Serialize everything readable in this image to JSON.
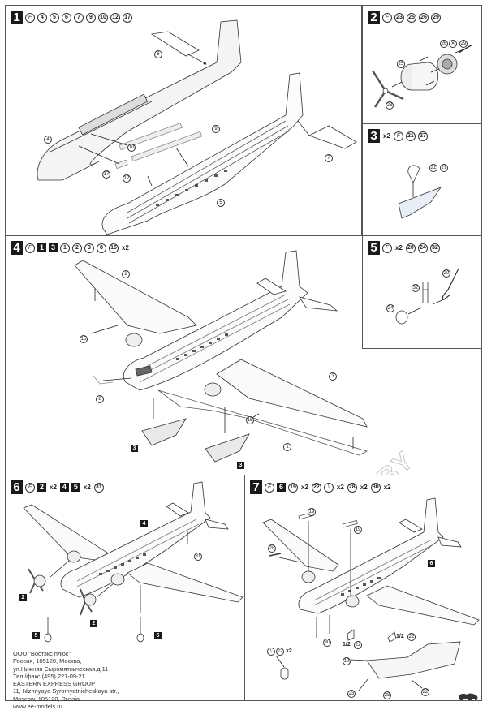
{
  "steps": [
    {
      "number": "1",
      "glue": "F",
      "parts": [
        "4",
        "5",
        "6",
        "7",
        "9",
        "10",
        "12",
        "17"
      ],
      "callouts": {
        "tail_left": "6",
        "tail_right": "7",
        "fuselage_left": "4",
        "fuselage_right": "5",
        "windows_a": "9",
        "windows_b": "10",
        "windows_c": "12",
        "windows_d": "17"
      }
    },
    {
      "number": "2",
      "glue": "F",
      "parts": [
        "23",
        "25",
        "26",
        "29"
      ],
      "callouts": {
        "top_a": "26",
        "top_b": "29",
        "cowling": "25",
        "prop": "23"
      }
    },
    {
      "number": "3",
      "glue": "F",
      "prefix_mult": "x2",
      "parts": [
        "21",
        "27"
      ],
      "callouts": {
        "a": "21",
        "b": "27"
      }
    },
    {
      "number": "4",
      "glue": "F",
      "subassemblies": [
        "1",
        "3"
      ],
      "parts": [
        "1",
        "2",
        "3",
        "8",
        "15"
      ],
      "suffix_mult": "x2",
      "callouts": {
        "left_wing": "2",
        "right_wing": "3",
        "lower_wing": "1",
        "windscreen": "8",
        "light_left": "15",
        "light_right": "15",
        "nacelle_tag_left": "3",
        "nacelle_tag_right": "3"
      }
    },
    {
      "number": "5",
      "glue": "F",
      "glue_mult": "x2",
      "parts": [
        "20",
        "24",
        "32"
      ],
      "callouts": {
        "strut": "20",
        "fork": "32",
        "wheel": "24"
      }
    },
    {
      "number": "6",
      "glue": "F",
      "items": [
        {
          "type": "sub",
          "v": "2"
        },
        {
          "type": "mult",
          "v": "x2"
        },
        {
          "type": "sub",
          "v": "4"
        },
        {
          "type": "sub",
          "v": "5"
        },
        {
          "type": "mult",
          "v": "x2"
        },
        {
          "type": "part",
          "v": "31"
        }
      ],
      "callouts": {
        "fuselage_tag": "4",
        "tail_wheel": "31",
        "prop_left": "2",
        "prop_right": "2",
        "gear_left": "5",
        "gear_right": "5"
      }
    },
    {
      "number": "7",
      "glue": "F",
      "items": [
        {
          "type": "sub",
          "v": "6"
        },
        {
          "type": "part",
          "v": "19"
        },
        {
          "type": "mult",
          "v": "x2"
        },
        {
          "type": "part",
          "v": "22"
        },
        {
          "type": "knife",
          "v": ""
        },
        {
          "type": "mult",
          "v": "x2"
        },
        {
          "type": "part",
          "v": "28"
        },
        {
          "type": "mult",
          "v": "x2"
        },
        {
          "type": "part",
          "v": "30"
        },
        {
          "type": "mult",
          "v": "x2"
        }
      ],
      "callouts": {
        "exhaust_a": "19",
        "exhaust_b": "19",
        "aerial": "28",
        "fuselage_tag": "6",
        "pitot": "30",
        "half_a": "1/2",
        "half_a_part": "22",
        "half_b": "1/2",
        "half_b_part": "22",
        "cut_part": "22",
        "cut_mult": "x2",
        "detail_top": "19",
        "detail_left": "23",
        "detail_mid": "28",
        "detail_right": "22"
      }
    }
  ],
  "address": [
    "ООО \"Востэкс плюс\"",
    "Россия, 105120, Москва,",
    "ул.Нижняя Сыромятническая,д.11",
    "Тел./факс (495) 221-09-21",
    "EASTERN EXPRESS GROUP",
    "11, Nizhnyaya Syromyatnicheskaya str.,",
    "Moscow, 105120, Russia",
    "www.ee-models.ru"
  ],
  "watermark": "© KIWSHOBBY"
}
